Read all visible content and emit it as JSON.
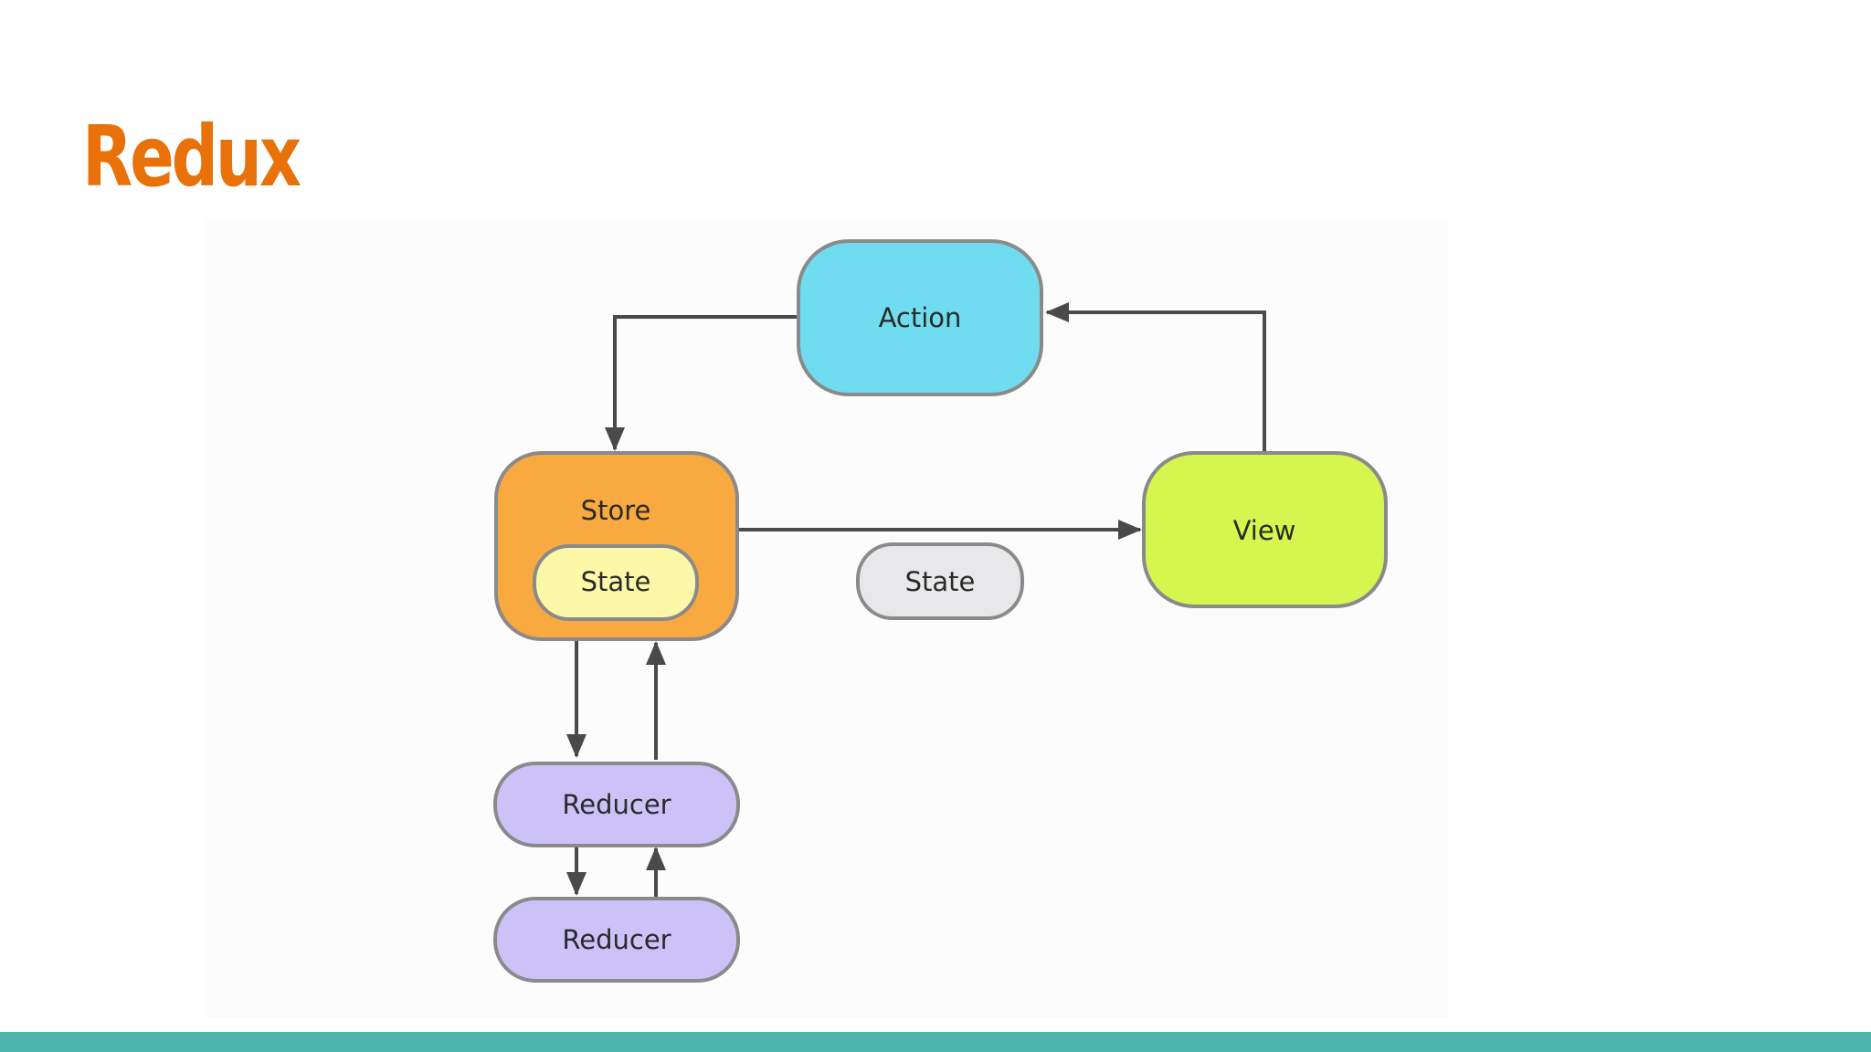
{
  "title": "Redux",
  "diagram": {
    "nodes": {
      "action": {
        "label": "Action",
        "fill": "#6FDDEF"
      },
      "store": {
        "label": "Store",
        "fill": "#F8A93F"
      },
      "store_state": {
        "label": "State",
        "fill": "#FCF8A8"
      },
      "view": {
        "label": "View",
        "fill": "#D7F54F"
      },
      "passed_state": {
        "label": "State",
        "fill": "#E8E8EA"
      },
      "reducer_1": {
        "label": "Reducer",
        "fill": "#CDC2F8"
      },
      "reducer_2": {
        "label": "Reducer",
        "fill": "#CDC2F8"
      }
    },
    "edges": [
      {
        "from": "action",
        "to": "store"
      },
      {
        "from": "view",
        "to": "action"
      },
      {
        "from": "store",
        "to": "view"
      },
      {
        "from": "store",
        "to": "reducer_1"
      },
      {
        "from": "reducer_1",
        "to": "store"
      },
      {
        "from": "reducer_1",
        "to": "reducer_2"
      },
      {
        "from": "reducer_2",
        "to": "reducer_1"
      }
    ],
    "border_color": "#8A8A8A",
    "arrow_color": "#4A4A4A"
  },
  "footer_color": "#4DB6AC"
}
